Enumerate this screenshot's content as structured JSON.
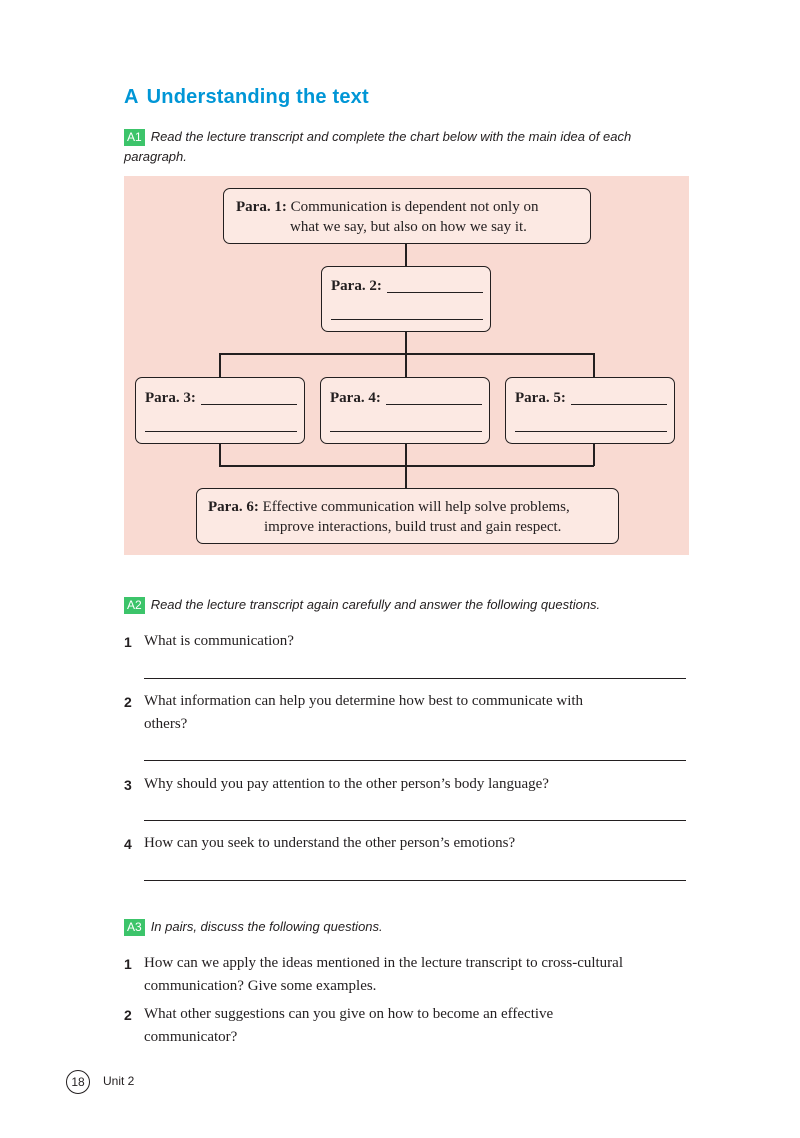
{
  "section": {
    "letter": "A",
    "title": "Understanding the text"
  },
  "a1": {
    "tag": "A1",
    "instruction_line1": "Read the lecture transcript and complete the chart below with the main idea of each",
    "instruction_line2": "paragraph.",
    "para1": {
      "label": "Para. 1:",
      "line1": "Communication is dependent not only on",
      "line2": "what we say, but also on how we say it."
    },
    "para2": {
      "label": "Para. 2:"
    },
    "para3": {
      "label": "Para. 3:"
    },
    "para4": {
      "label": "Para. 4:"
    },
    "para5": {
      "label": "Para. 5:"
    },
    "para6": {
      "label": "Para. 6:",
      "line1": "Effective communication will help solve problems,",
      "line2": "improve interactions, build trust and gain respect."
    }
  },
  "a2": {
    "tag": "A2",
    "instruction": "Read the lecture transcript again carefully and answer the following questions.",
    "questions": [
      {
        "num": "1",
        "text": "What is communication?"
      },
      {
        "num": "2",
        "line1": "What information can help you determine how best to communicate with",
        "line2": "others?"
      },
      {
        "num": "3",
        "text": "Why should you pay attention to the other person’s body language?"
      },
      {
        "num": "4",
        "text": "How can you seek to understand the other person’s emotions?"
      }
    ]
  },
  "a3": {
    "tag": "A3",
    "instruction": "In pairs, discuss the following questions.",
    "questions": [
      {
        "num": "1",
        "line1": "How can we apply the ideas mentioned in the lecture transcript to cross-cultural",
        "line2": "communication? Give some examples."
      },
      {
        "num": "2",
        "line1": "What other suggestions can you give on how to become an effective",
        "line2": "communicator?"
      }
    ]
  },
  "footer": {
    "page_number": "18",
    "unit": "Unit 2"
  }
}
